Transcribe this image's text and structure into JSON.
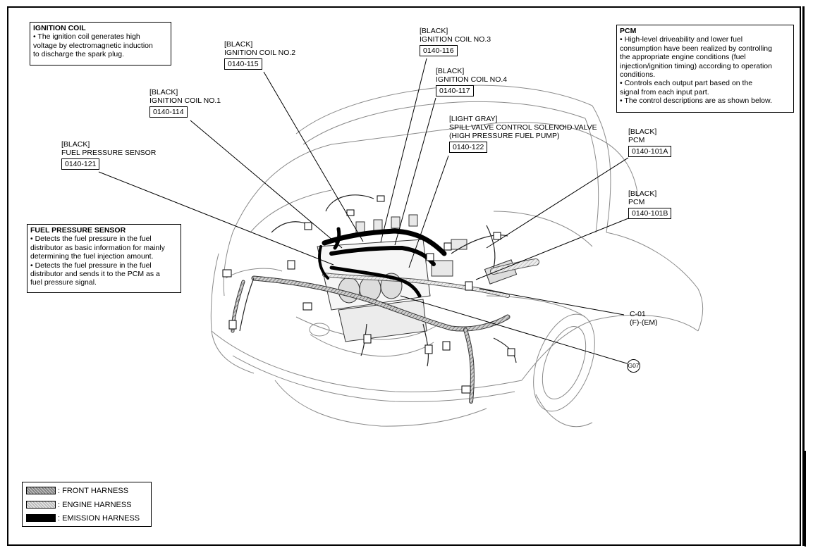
{
  "ignition_coil_note": {
    "title": "IGNITION COIL",
    "lines": [
      "• The ignition coil generates high",
      "voltage by electromagnetic induction",
      "to discharge the spark plug."
    ]
  },
  "pcm_note": {
    "title": "PCM",
    "lines": [
      "• High-level driveability and lower fuel",
      "consumption have been realized by controlling",
      "the appropriate engine conditions (fuel",
      "injection/ignition timing) according to operation",
      "conditions.",
      "• Controls each output part based on the",
      "signal from each input part.",
      "• The control descriptions are as shown below."
    ]
  },
  "fuel_sensor_note": {
    "title": "FUEL PRESSURE SENSOR",
    "lines": [
      "• Detects the fuel pressure in the fuel",
      "distributor as basic information for mainly",
      "determining the fuel injection amount.",
      "• Detects the fuel pressure in the fuel",
      "distributor and sends it to the PCM as a",
      "fuel pressure signal."
    ]
  },
  "callouts": {
    "coil2": {
      "color": "[BLACK]",
      "name": "IGNITION COIL NO.2",
      "code": "0140-115"
    },
    "coil3": {
      "color": "[BLACK]",
      "name": "IGNITION COIL NO.3",
      "code": "0140-116"
    },
    "coil4": {
      "color": "[BLACK]",
      "name": "IGNITION COIL NO.4",
      "code": "0140-117"
    },
    "coil1": {
      "color": "[BLACK]",
      "name": "IGNITION COIL NO.1",
      "code": "0140-114"
    },
    "spill": {
      "color": "[LIGHT GRAY]",
      "name": "SPILL VALVE CONTROL SOLENOID VALVE",
      "name2": "(HIGH PRESSURE FUEL PUMP)",
      "code": "0140-122"
    },
    "fuel": {
      "color": "[BLACK]",
      "name": "FUEL PRESSURE SENSOR",
      "code": "0140-121"
    },
    "pcmA": {
      "color": "[BLACK]",
      "name": "PCM",
      "code": "0140-101A"
    },
    "pcmB": {
      "color": "[BLACK]",
      "name": "PCM",
      "code": "0140-101B"
    },
    "c01": {
      "code": "C-01",
      "sub": "(F)-(EM)"
    }
  },
  "ground_label": "G07",
  "legend": {
    "front": ": FRONT HARNESS",
    "engine": ": ENGINE HARNESS",
    "emission": ": EMISSION HARNESS"
  }
}
